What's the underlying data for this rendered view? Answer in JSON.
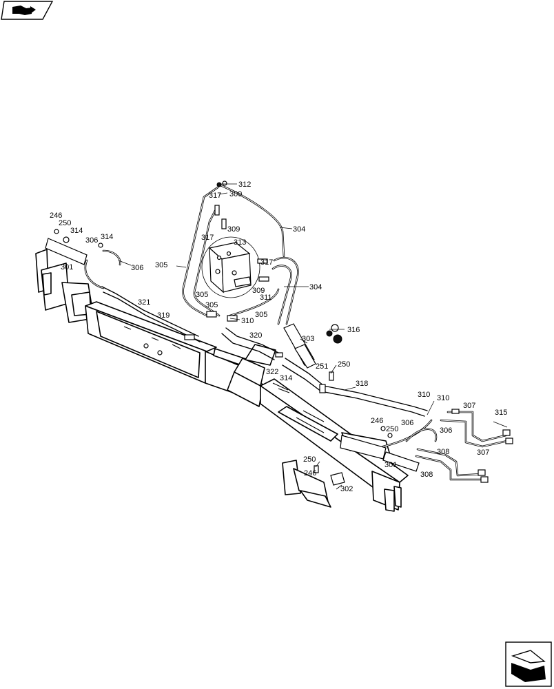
{
  "labels": [
    "312",
    "317",
    "309",
    "246",
    "250",
    "314",
    "306",
    "314",
    "306",
    "304",
    "317",
    "309",
    "313",
    "305",
    "301",
    "317",
    "305",
    "309",
    "304",
    "311",
    "321",
    "319",
    "305",
    "310",
    "305",
    "316",
    "320",
    "303",
    "322",
    "314",
    "251",
    "250",
    "318",
    "310",
    "310",
    "307",
    "315",
    "246",
    "250",
    "306",
    "306",
    "307",
    "308",
    "301",
    "250",
    "246",
    "308",
    "302"
  ],
  "icons": {
    "top_left": "arrow-shape-icon",
    "bottom_right": "navigation-arrow-icon"
  }
}
